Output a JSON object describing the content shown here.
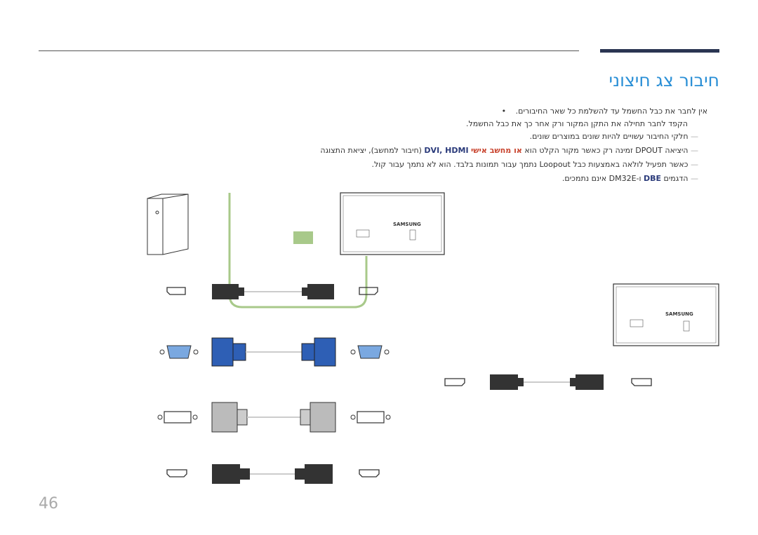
{
  "header": {
    "title": "חיבור צג חיצוני"
  },
  "bullet": {
    "line1": "אין לחבר את כבל החשמל עד להשלמת כל שאר החיבורים.",
    "line2": "הקפד לחבר תחילה את התקן המקור ורק אחר כך את כבל החשמל."
  },
  "notes": {
    "n1": "חלקי החיבור עשויים להיות שונים במוצרים שונים.",
    "n2_a": "כאשר מקור הקלט הוא",
    "n2_b": "DVI, HDMI",
    "n2_c": "או מחשב אישי",
    "n2_d": "(חיבור למחשב), יציאת התצוגה",
    "n3_a": "היציאה DPOUT זמינה רק כאשר מקור הקלט הוא",
    "n3_b": "כאשר תפעיל לולאה באמצעות כבל",
    "n3_c": "Loopout נתמך עבור תמונות בלבד. הוא לא נתמך עבור קול.",
    "n4_a": "הדגמים",
    "n4_b": "DBE",
    "n4_c": "ו-DM32E אינם נתמכים."
  },
  "product": {
    "brand": "SAMSUNG"
  },
  "page": {
    "number": "46"
  }
}
